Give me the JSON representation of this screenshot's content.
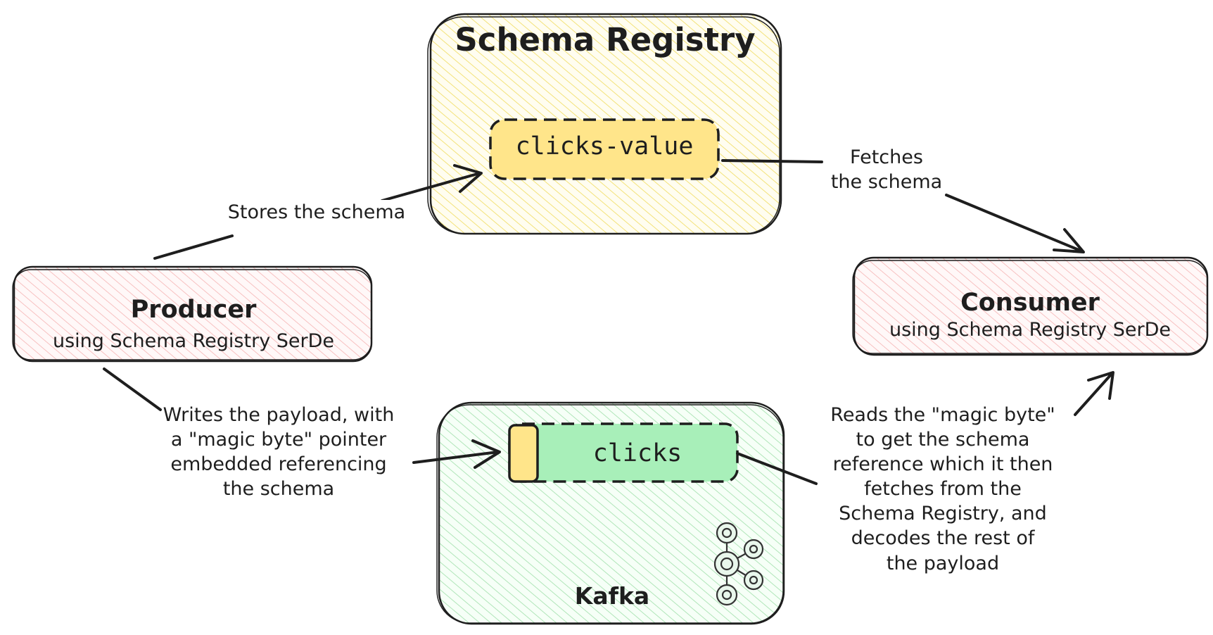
{
  "schema_registry": {
    "title": "Schema Registry",
    "subject": "clicks-value",
    "fill_color": "#fff3a8",
    "subject_fill": "#ffe58a"
  },
  "producer": {
    "title": "Producer",
    "subtitle": "using Schema Registry SerDe",
    "fill_color": "#ffc9c9"
  },
  "consumer": {
    "title": "Consumer",
    "subtitle": "using Schema Registry SerDe",
    "fill_color": "#ffc9c9"
  },
  "kafka": {
    "label": "Kafka",
    "topic": "clicks",
    "fill_color": "#b2f2bb",
    "topic_fill": "#a8efb9",
    "magic_byte_fill": "#ffe58a",
    "logo_icon": "kafka-logo-icon"
  },
  "edges": {
    "stores_schema": "Stores the schema",
    "fetches_schema": "Fetches\nthe schema",
    "writes_payload": "Writes the payload, with\na \"magic byte\" pointer\nembedded referencing\nthe schema",
    "reads_magic_byte": "Reads the \"magic byte\"\nto get the schema\nreference which it then\nfetches from the\nSchema Registry, and\ndecodes the rest of\nthe payload"
  }
}
